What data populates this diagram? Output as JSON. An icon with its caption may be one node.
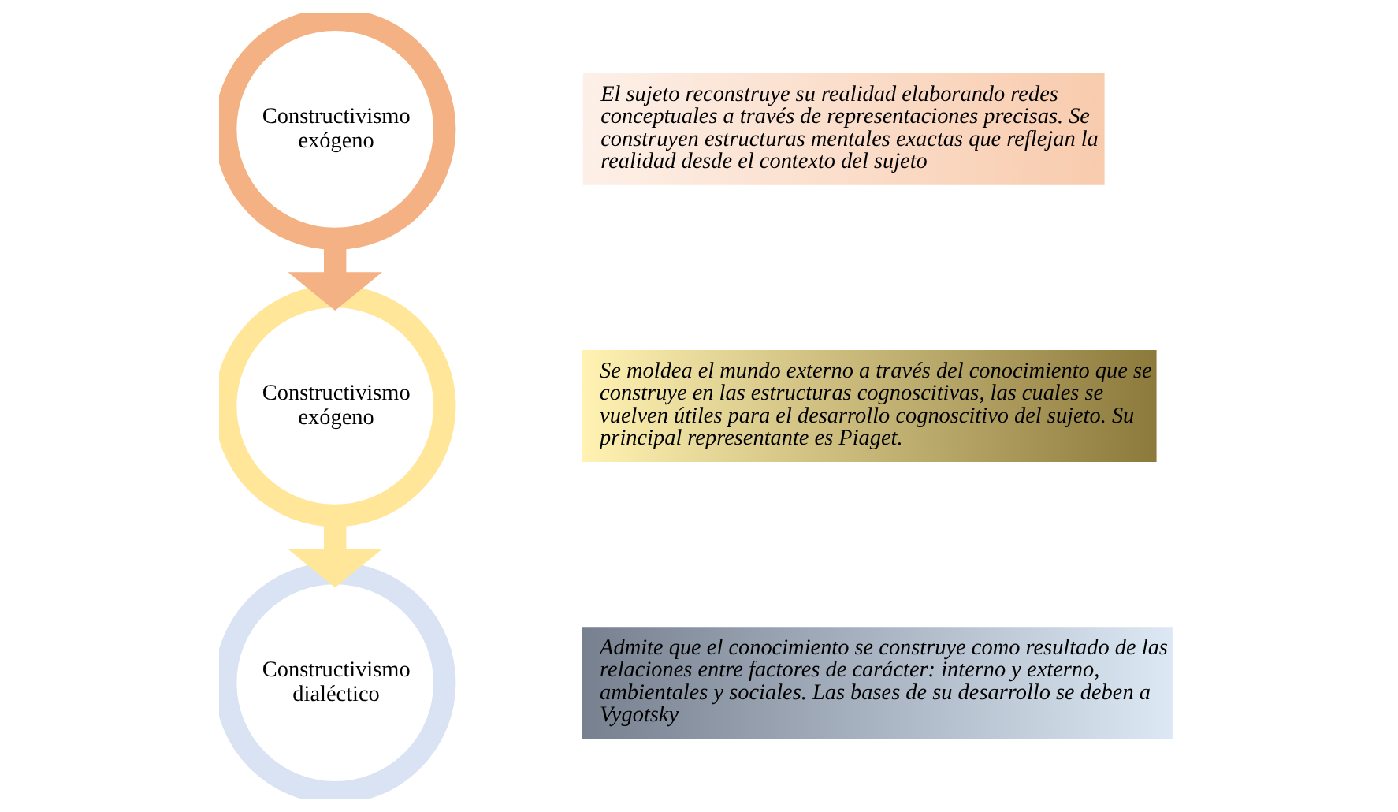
{
  "diagram": {
    "nodes": [
      {
        "text": [
          "Constructivismo exógeno"
        ]
      },
      {
        "text": [
          "Constructivismo exógeno"
        ]
      },
      {
        "text": [
          "Constructivismo dialéctico"
        ]
      },
      {
        "text": [
          "El sujeto reconstruye su realidad elaborando redes conceptuales a través de representaciones precisas. Se construyen estructuras mentales exactas que reflejan la realidad desde el contexto del sujeto"
        ]
      },
      {
        "text": [
          "Se moldea el mundo externo a través del conocimiento que se construye en las estructuras cognoscitivas, las cuales se vuelven útiles para el desarrollo cognoscitivo del sujeto. Su principal representante es Piaget."
        ]
      },
      {
        "text": [
          "Admite que el conocimiento se construye como resultado de las relaciones entre factores de carácter: interno y externo, ambientales y sociales. Las bases de su desarrollo se deben a Vygotsky"
        ]
      }
    ],
    "edges": [
      {
        "from": 0,
        "to": 1,
        "arrow": "to"
      },
      {
        "from": 1,
        "to": 2,
        "arrow": "to"
      }
    ]
  }
}
